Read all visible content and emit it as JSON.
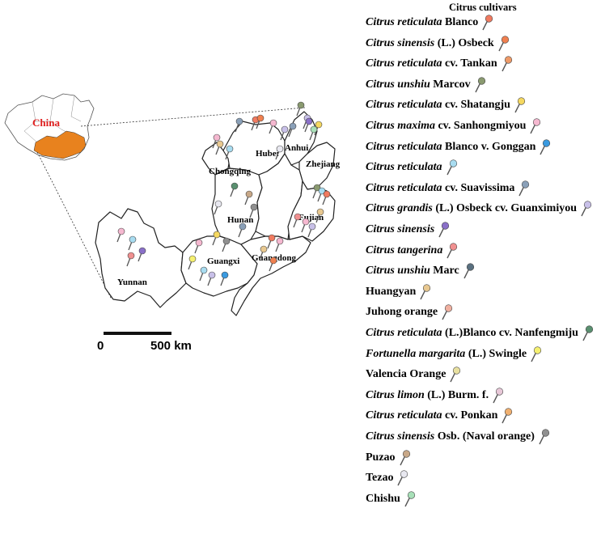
{
  "inset": {
    "label": "China",
    "label_color": "#e02020",
    "highlight_color": "#e8821e"
  },
  "regions": [
    {
      "name": "Hubei"
    },
    {
      "name": "Anhui"
    },
    {
      "name": "Zhejiang"
    },
    {
      "name": "Chongqing"
    },
    {
      "name": "Hunan"
    },
    {
      "name": "Fujian"
    },
    {
      "name": "Guangxi"
    },
    {
      "name": "Guangdong"
    },
    {
      "name": "Yunnan"
    }
  ],
  "scale_bar": {
    "start": "0",
    "end": "500 km"
  },
  "legend": {
    "title": "Citrus cultivars",
    "items": [
      {
        "italic": "Citrus reticulata",
        "rest": " Blanco",
        "color": "#f07a60"
      },
      {
        "italic": "Citrus sinensis",
        "rest": " (L.) Osbeck",
        "color": "#f08050"
      },
      {
        "italic": "Citrus reticulata",
        "rest": " cv. Tankan",
        "color": "#ee9a68"
      },
      {
        "italic": "Citrus unshiu",
        "rest": " Marcov",
        "color": "#8a9a70"
      },
      {
        "italic": "Citrus reticulata",
        "rest": " cv. Shatangju",
        "color": "#f5d860"
      },
      {
        "italic": "Citrus maxima",
        "rest": " cv. Sanhongmiyou",
        "color": "#f5b8d0"
      },
      {
        "italic": "Citrus reticulata",
        "rest": " Blanco v. Gonggan",
        "color": "#3a9ae0"
      },
      {
        "italic": "Citrus reticulata",
        "rest": "",
        "color": "#a8dcf0"
      },
      {
        "italic": "Citrus reticulata",
        "rest": " cv. Suavissima",
        "color": "#8aa0b8"
      },
      {
        "italic": "Citrus grandis",
        "rest": " (L.) Osbeck cv. Guanximiyou",
        "color": "#c8c0e8"
      },
      {
        "italic": "Citrus sinensis",
        "rest": "",
        "color": "#8a70c8"
      },
      {
        "italic": "Citrus tangerina",
        "rest": "",
        "color": "#f09090"
      },
      {
        "italic": "Citrus unshiu",
        "rest": " Marc",
        "color": "#5a7080"
      },
      {
        "italic": "",
        "rest": "Huangyan",
        "color": "#e8c890"
      },
      {
        "italic": "",
        "rest": "Juhong orange",
        "color": "#f0b0a0"
      },
      {
        "italic": "Citrus reticulata",
        "rest": " (L.)Blanco cv. Nanfengmiju",
        "color": "#5a9070"
      },
      {
        "italic": "Fortunella margarita",
        "rest": " (L.) Swingle",
        "color": "#f5f070"
      },
      {
        "italic": "",
        "rest": "Valencia  Orange",
        "color": "#e8e0a0"
      },
      {
        "italic": "Citrus limon",
        "rest": " (L.) Burm. f.",
        "color": "#e8c8d8"
      },
      {
        "italic": "Citrus reticulata",
        "rest": " cv. Ponkan",
        "color": "#f0b070"
      },
      {
        "italic": "Citrus sinensis",
        "rest": " Osb. (Naval orange)",
        "color": "#909090"
      },
      {
        "italic": "",
        "rest": "Puzao",
        "color": "#c8a888"
      },
      {
        "italic": "",
        "rest": "Tezao",
        "color": "#e8e8f0"
      },
      {
        "italic": "",
        "rest": "Chishu",
        "color": "#a8e0b8"
      }
    ]
  },
  "map_pins": [
    {
      "color": "#8a9a70"
    },
    {
      "color": "#f07a60"
    },
    {
      "color": "#f08050"
    },
    {
      "color": "#f5b8d0"
    },
    {
      "color": "#c8c0e8"
    },
    {
      "color": "#8a70c8"
    },
    {
      "color": "#f5d860"
    },
    {
      "color": "#8aa0b8"
    },
    {
      "color": "#a8e0b8"
    },
    {
      "color": "#f5b8d0"
    },
    {
      "color": "#e8c890"
    },
    {
      "color": "#a8dcf0"
    },
    {
      "color": "#8aa0b8"
    },
    {
      "color": "#c8c0e8"
    },
    {
      "color": "#e8e8f0"
    },
    {
      "color": "#5a9070"
    },
    {
      "color": "#c8a888"
    },
    {
      "color": "#e8e8f0"
    },
    {
      "color": "#909090"
    },
    {
      "color": "#8aa0b8"
    },
    {
      "color": "#f5b8d0"
    },
    {
      "color": "#a8dcf0"
    },
    {
      "color": "#f09090"
    },
    {
      "color": "#8a70c8"
    },
    {
      "color": "#f5d860"
    },
    {
      "color": "#909090"
    },
    {
      "color": "#f5b8d0"
    },
    {
      "color": "#f5f070"
    },
    {
      "color": "#a8dcf0"
    },
    {
      "color": "#c8c0e8"
    },
    {
      "color": "#3a9ae0"
    },
    {
      "color": "#f07a60"
    },
    {
      "color": "#f5b8d0"
    },
    {
      "color": "#e8c890"
    },
    {
      "color": "#f08050"
    },
    {
      "color": "#8a9a70"
    },
    {
      "color": "#a8dcf0"
    },
    {
      "color": "#f07a60"
    },
    {
      "color": "#f09090"
    },
    {
      "color": "#f5b8d0"
    },
    {
      "color": "#c8c0e8"
    },
    {
      "color": "#e8c890"
    }
  ]
}
